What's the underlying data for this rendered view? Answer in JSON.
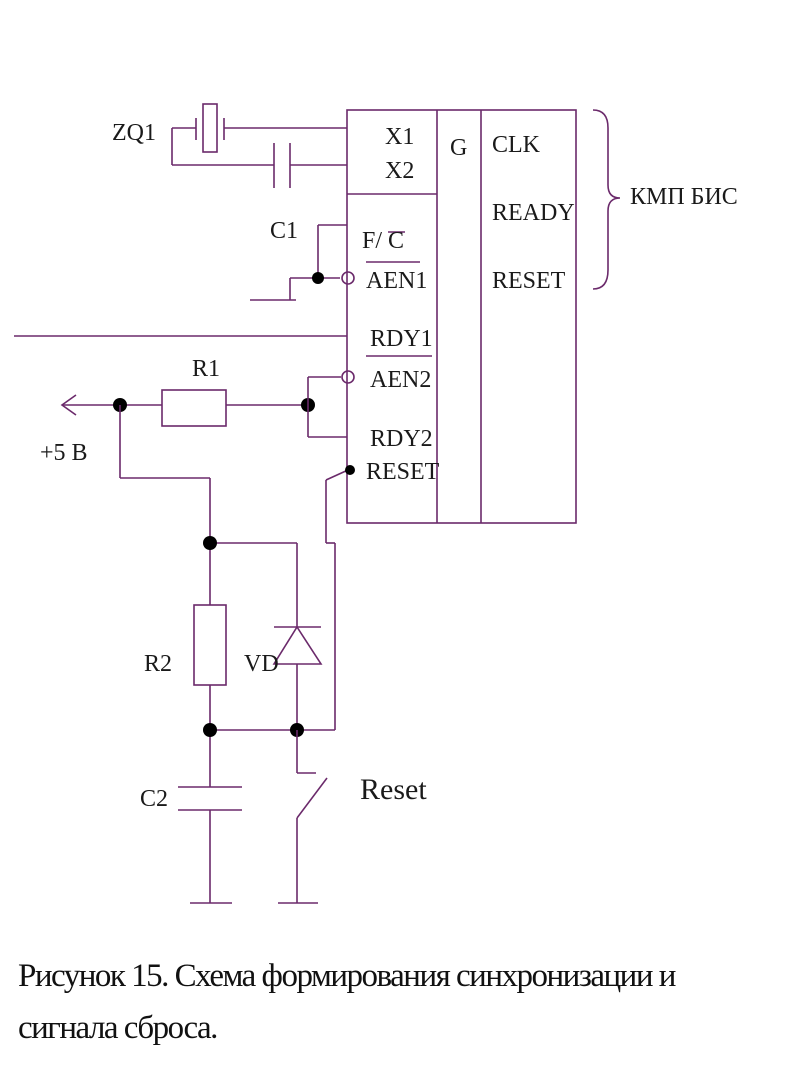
{
  "labels": {
    "zq1": "ZQ1",
    "c1": "C1",
    "r1": "R1",
    "r2": "R2",
    "vd": "VD",
    "c2": "C2",
    "supply": "+5 В",
    "reset_button": "Reset",
    "kmp": "КМП БИС"
  },
  "chip": {
    "x1": "X1",
    "x2": "X2",
    "f": "F/",
    "c_bar": "C",
    "aen1": "AEN1",
    "rdy1": "RDY1",
    "aen2": "AEN2",
    "rdy2": "RDY2",
    "reset_in": "RESET",
    "g": "G",
    "clk": "CLK",
    "ready": "READY",
    "reset_out": "RESET"
  },
  "caption": {
    "line1": "Рисунок 15. Схема формирования синхронизации и",
    "line2": "сигнала сброса."
  },
  "colors": {
    "wire": "#6b2a6b",
    "text": "#1a1a1a"
  }
}
